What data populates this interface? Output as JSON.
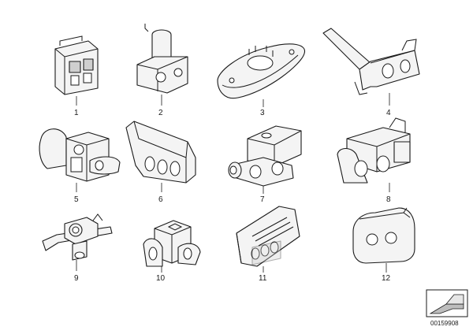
{
  "diagram": {
    "labels": [
      "1",
      "2",
      "3",
      "4",
      "5",
      "6",
      "7",
      "8",
      "9",
      "10",
      "11",
      "12"
    ],
    "reference_number": "00159908",
    "icon_names": [
      "connector-clip-icon",
      "pipe-clamp-icon",
      "grommet-plate-icon",
      "bracket-holder-icon",
      "double-cable-clip-icon",
      "triple-cable-holder-icon",
      "pipe-bracket-icon",
      "twin-pipe-clip-icon",
      "mounting-bracket-icon",
      "single-clip-icon",
      "triple-grommet-icon",
      "twin-grommet-icon",
      "corner-symbol-icon"
    ]
  }
}
